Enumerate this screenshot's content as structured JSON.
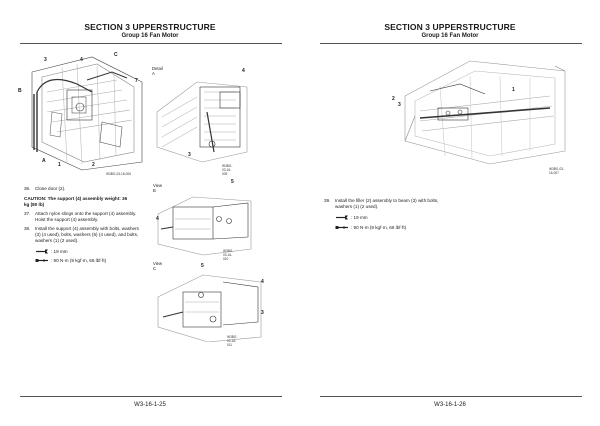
{
  "left_page": {
    "section_title": "SECTION 3 UPPERSTRUCTURE",
    "group_title": "Group 16 Fan Motor",
    "figures": {
      "main": {
        "id": "W3BG-03-16-006",
        "callouts": [
          "3",
          "4",
          "C",
          "7",
          "B",
          "A",
          "1",
          "2"
        ]
      },
      "detail_a": {
        "label": "Detail A",
        "id": "W3BG-03-16-009",
        "callouts": [
          "4",
          "3"
        ]
      },
      "view_b": {
        "label": "View B",
        "id": "W3BG-03-16-010",
        "callouts": [
          "5",
          "4"
        ]
      },
      "view_c": {
        "label": "View C",
        "id": "W3BG-03-16-011",
        "callouts": [
          "5",
          "4",
          "3"
        ]
      }
    },
    "steps": [
      {
        "num": "36.",
        "text": "Close door (2)."
      },
      {
        "num": "",
        "caution_label": "CAUTION:",
        "caution_text": "The support (4) assembly weight: 36",
        "caution_text2": "kg (80 lb)"
      },
      {
        "num": "37.",
        "text": "Attach nylon slings onto the support (4) assembly.",
        "text2": "Hoist the support (4) assembly."
      },
      {
        "num": "38.",
        "text": "Install the support (4) assembly with bolts, washers",
        "text2": "(3) (4 used), bolts, washers (5) (4 used), and bolts,",
        "text3": "washers (1) (2 used)."
      }
    ],
    "spec_wrench": ": 19 mm",
    "spec_torque": ": 90 N·m (9 kgf·m, 66 lbf·ft)",
    "footer": "W3-16-1-25"
  },
  "right_page": {
    "section_title": "SECTION 3 UPPERSTRUCTURE",
    "group_title": "Group 16 Fan Motor",
    "figure": {
      "id": "W3BG-03-16-007",
      "callouts": [
        "2",
        "3",
        "1"
      ]
    },
    "steps": [
      {
        "num": "39.",
        "text": "Install the filler (2) assembly to beam (3) with bolts,",
        "text2": "washers (1) (2 used)."
      }
    ],
    "spec_wrench": ": 19 mm",
    "spec_torque": ": 90 N·m (9 kgf·m, 66 lbf·ft)",
    "footer": "W3-16-1-26"
  },
  "icons": [
    "wrench-icon",
    "torque-wrench-icon"
  ],
  "colors": {
    "line": "#555555",
    "drawing": "#444444",
    "text": "#1a1a1a"
  }
}
